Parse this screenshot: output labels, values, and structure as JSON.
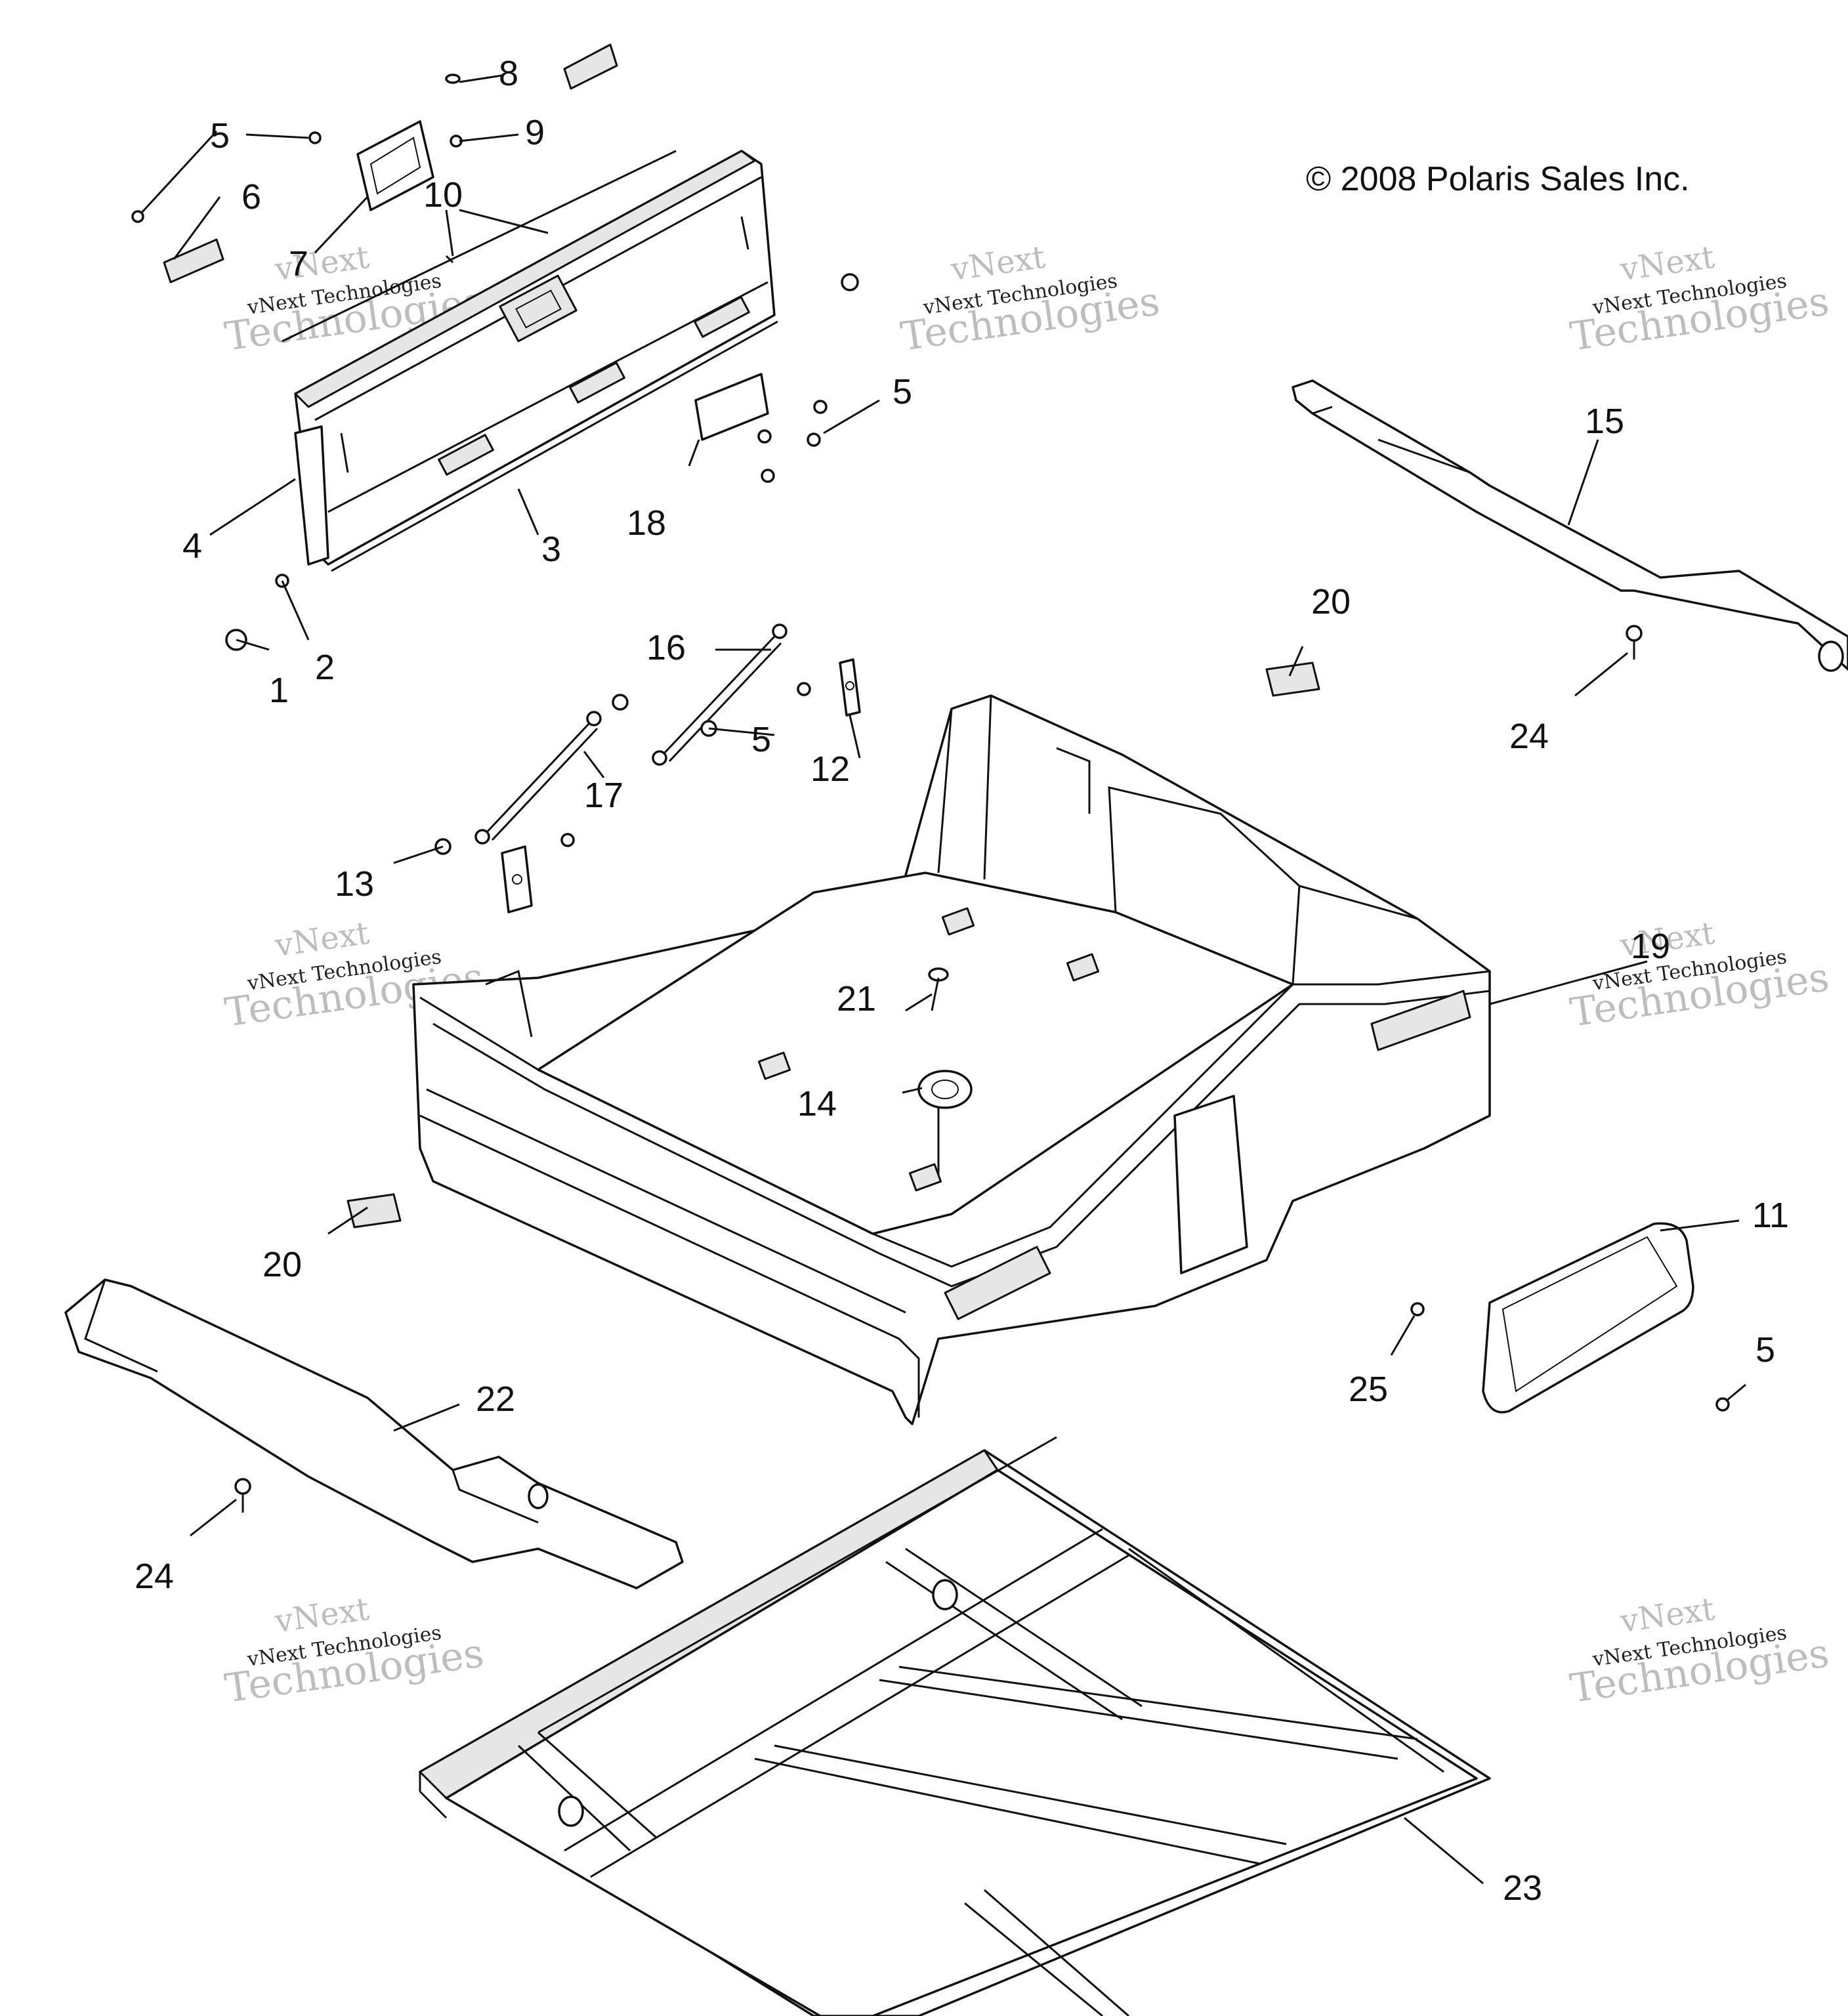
{
  "copyright": "© 2008 Polaris Sales Inc.",
  "watermark": {
    "line1": "vNext",
    "line2": "vNext Technologies",
    "line3": "Technologies"
  },
  "callouts": [
    {
      "id": "c1",
      "text": "1"
    },
    {
      "id": "c2",
      "text": "2"
    },
    {
      "id": "c3",
      "text": "3"
    },
    {
      "id": "c4",
      "text": "4"
    },
    {
      "id": "c5a",
      "text": "5"
    },
    {
      "id": "c5b",
      "text": "5"
    },
    {
      "id": "c5c",
      "text": "5"
    },
    {
      "id": "c5d",
      "text": "5"
    },
    {
      "id": "c6",
      "text": "6"
    },
    {
      "id": "c7",
      "text": "7"
    },
    {
      "id": "c8",
      "text": "8"
    },
    {
      "id": "c9",
      "text": "9"
    },
    {
      "id": "c10",
      "text": "10"
    },
    {
      "id": "c11",
      "text": "11"
    },
    {
      "id": "c12",
      "text": "12"
    },
    {
      "id": "c13",
      "text": "13"
    },
    {
      "id": "c14",
      "text": "14"
    },
    {
      "id": "c15",
      "text": "15"
    },
    {
      "id": "c16",
      "text": "16"
    },
    {
      "id": "c17",
      "text": "17"
    },
    {
      "id": "c18",
      "text": "18"
    },
    {
      "id": "c19",
      "text": "19"
    },
    {
      "id": "c20a",
      "text": "20"
    },
    {
      "id": "c20b",
      "text": "20"
    },
    {
      "id": "c21",
      "text": "21"
    },
    {
      "id": "c22",
      "text": "22"
    },
    {
      "id": "c23",
      "text": "23"
    },
    {
      "id": "c24a",
      "text": "24"
    },
    {
      "id": "c24b",
      "text": "24"
    },
    {
      "id": "c25",
      "text": "25"
    }
  ]
}
